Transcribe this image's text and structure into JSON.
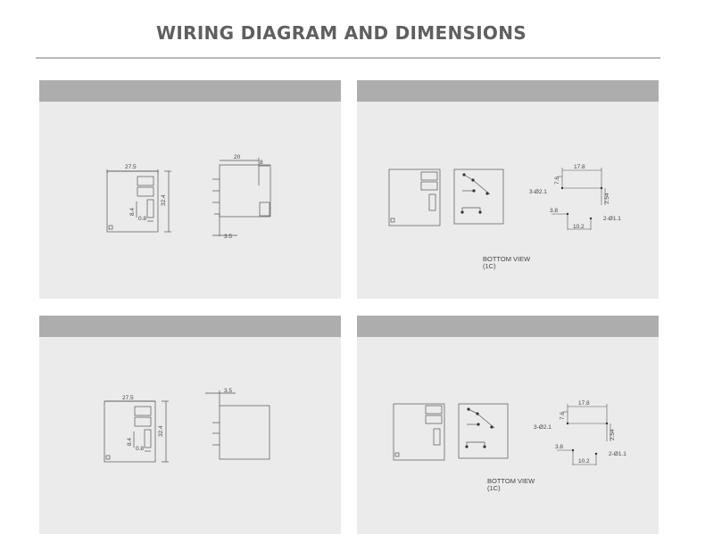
{
  "heading": "WIRING DIAGRAM AND DIMENSIONS",
  "panels": {
    "p1": {
      "dims": {
        "w": "27.5",
        "h": "32.4",
        "d1": "8.4",
        "d2": "0.8",
        "top": "20",
        "top2": "8",
        "bot": "3.5"
      }
    },
    "p2": {
      "dims": {
        "a": "17.8",
        "b": "7.6",
        "c": "3-Ø2.1",
        "d": "2.54",
        "e": "3.8",
        "f": "10.2",
        "g": "2-Ø1.1"
      },
      "view": "BOTTOM VIEW",
      "view_sub": "(1C)"
    },
    "p3": {
      "dims": {
        "w": "27.5",
        "h": "32.4",
        "d1": "8.4",
        "d2": "0.8",
        "top": "3.5"
      }
    },
    "p4": {
      "dims": {
        "a": "17.8",
        "b": "7.6",
        "c": "3-Ø2.1",
        "d": "2.54",
        "e": "3.8",
        "f": "10.2",
        "g": "2-Ø1.1"
      },
      "view": "BOTTOM VIEW",
      "view_sub": "(1C)"
    }
  },
  "colors": {
    "header_bar": "#adadad",
    "panel_bg": "#ebebeb",
    "rule": "#b9b9b9",
    "heading": "#5f5f5f"
  }
}
